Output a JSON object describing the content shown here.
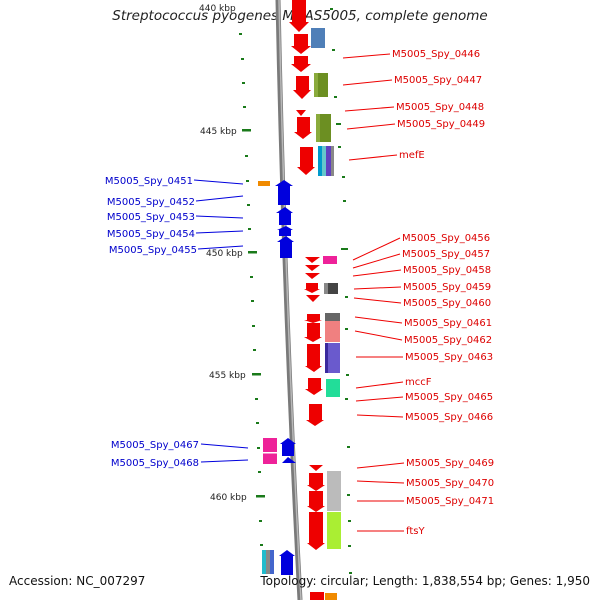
{
  "title": "Streptococcus pyogenes MGAS5005, complete genome",
  "footer": {
    "accession": "Accession: NC_007297",
    "topology": "Topology: circular; Length: 1,838,554 bp; Genes: 1,950"
  },
  "scale_labels": [
    "440 kbp",
    "445 kbp",
    "450 kbp",
    "455 kbp",
    "460 kbp"
  ],
  "colors": {
    "forward_strand": "#ee0000",
    "reverse_strand": "#0000dd",
    "backbone": "#888888",
    "tick": "#1a7a1a"
  },
  "genes_right": [
    "M5005_Spy_0446",
    "M5005_Spy_0447",
    "M5005_Spy_0448",
    "M5005_Spy_0449",
    "mefE",
    "M5005_Spy_0456",
    "M5005_Spy_0457",
    "M5005_Spy_0458",
    "M5005_Spy_0459",
    "M5005_Spy_0460",
    "M5005_Spy_0461",
    "M5005_Spy_0462",
    "M5005_Spy_0463",
    "mccF",
    "M5005_Spy_0465",
    "M5005_Spy_0466",
    "M5005_Spy_0469",
    "M5005_Spy_0470",
    "M5005_Spy_0471",
    "ftsY"
  ],
  "genes_left": [
    "M5005_Spy_0451",
    "M5005_Spy_0452",
    "M5005_Spy_0453",
    "M5005_Spy_0454",
    "M5005_Spy_0455",
    "M5005_Spy_0467",
    "M5005_Spy_0468"
  ]
}
